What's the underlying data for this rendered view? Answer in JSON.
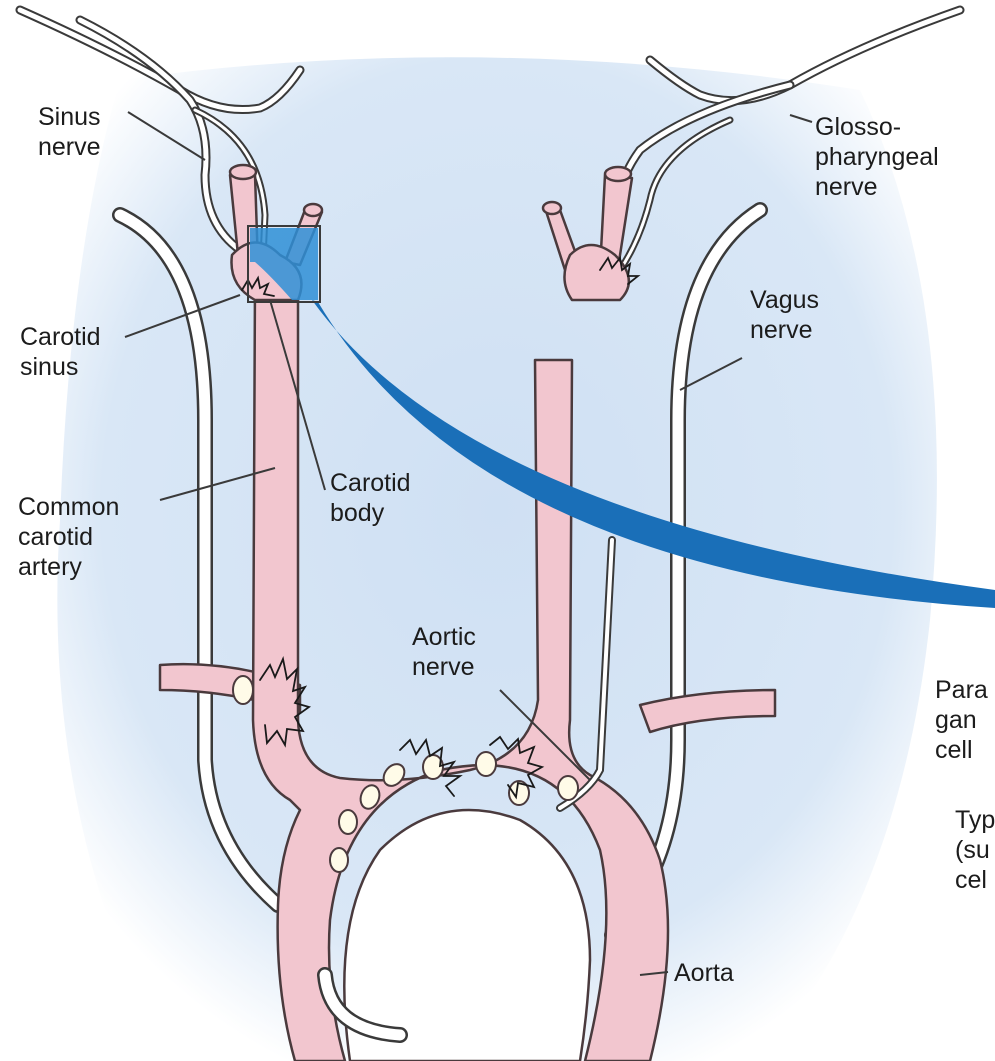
{
  "labels": {
    "sinus_nerve": [
      "Sinus",
      "nerve"
    ],
    "glossopharyngeal_nerve": [
      "Glosso-",
      "pharyngeal",
      "nerve"
    ],
    "carotid_sinus": [
      "Carotid",
      "sinus"
    ],
    "vagus_nerve": [
      "Vagus",
      "nerve"
    ],
    "carotid_body": [
      "Carotid",
      "body"
    ],
    "common_carotid_artery": [
      "Common",
      "carotid",
      "artery"
    ],
    "aortic_nerve": [
      "Aortic",
      "nerve"
    ],
    "aorta": "Aorta",
    "cropped_right_1": [
      "Para",
      "gan",
      "cell"
    ],
    "cropped_right_2": [
      "Typ",
      "(su",
      "cel"
    ]
  },
  "colors": {
    "background_wash": "#cfe0f3",
    "artery_fill": "#f2c6cf",
    "artery_stroke": "#4a3a3d",
    "nerve_fill": "#ffffff",
    "nerve_stroke": "#3a3a3a",
    "highlight_blue": "#1a6fb8",
    "label_text": "#1c1c1c"
  }
}
